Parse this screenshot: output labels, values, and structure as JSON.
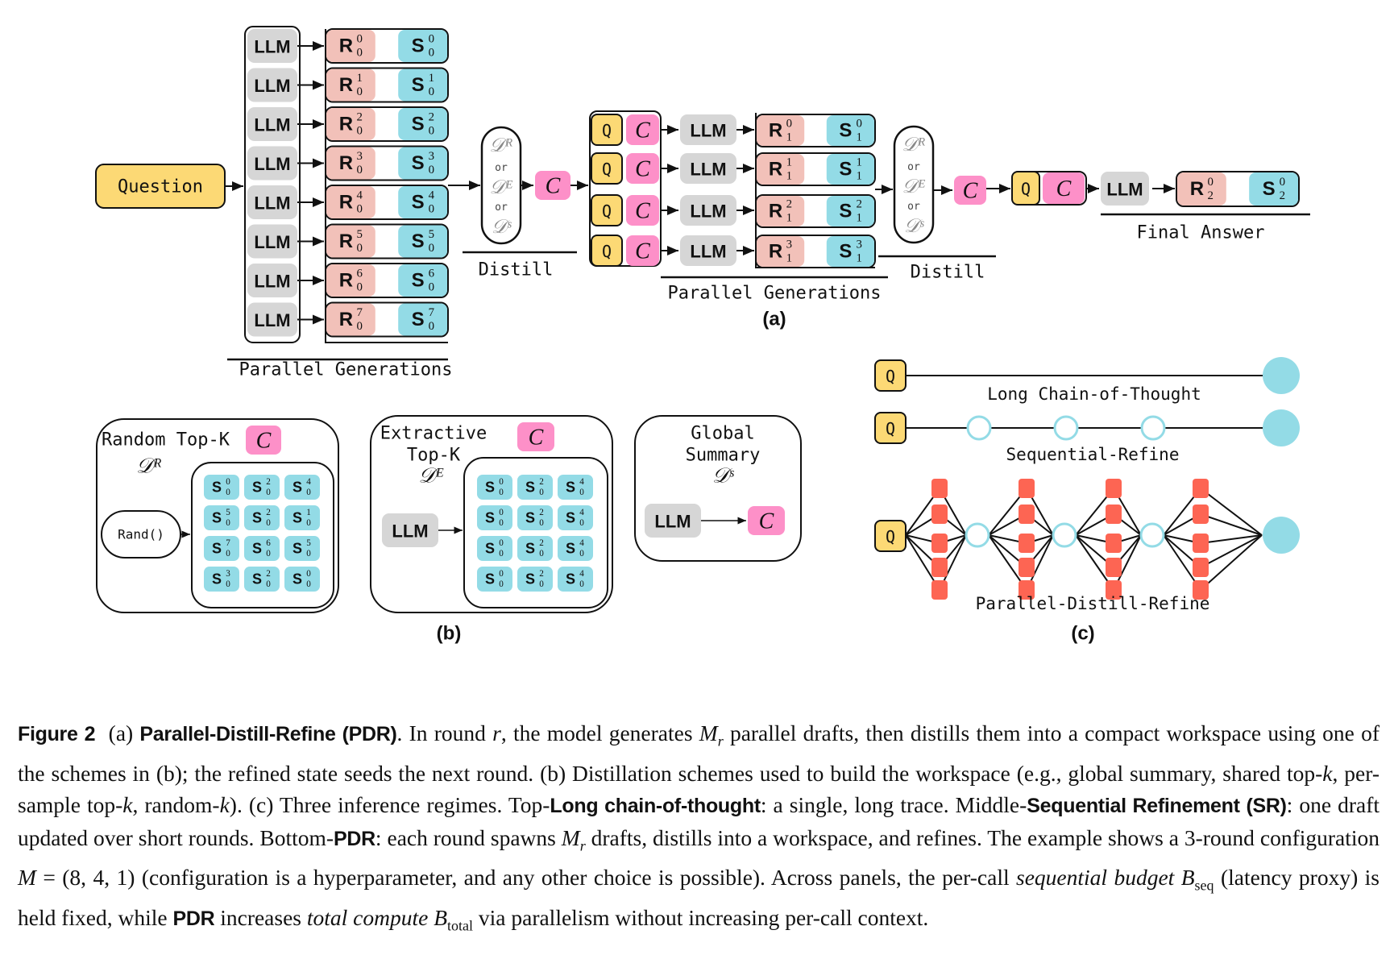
{
  "colors": {
    "question_fill": "#FCD975",
    "llm_fill": "#D6D6D6",
    "r_fill": "#F2C1B9",
    "s_fill": "#93DBE6",
    "c_fill": "#FD90C8",
    "node_red": "#FD6553",
    "node_cyan": "#93DBE6"
  },
  "panel_a": {
    "question_label": "Question",
    "llm_label": "LLM",
    "q_label": "Q",
    "c_label": "C",
    "or_label": "or",
    "distill_ops": [
      "𝒟ᴿ",
      "𝒟ᴱ",
      "𝒟ˢ"
    ],
    "round0": {
      "r_items": [
        "R₀⁰",
        "R₀¹",
        "R₀²",
        "R₀³",
        "R₀⁴",
        "R₀⁵",
        "R₀⁶",
        "R₀⁷"
      ],
      "s_items": [
        "S₀⁰",
        "S₀¹",
        "S₀²",
        "S₀³",
        "S₀⁴",
        "S₀⁵",
        "S₀⁶",
        "S₀⁷"
      ],
      "caption": "Parallel Generations"
    },
    "distill_caption_1": "Distill",
    "round1": {
      "r_items": [
        "R₁⁰",
        "R₁¹",
        "R₁²",
        "R₁³"
      ],
      "s_items": [
        "S₁⁰",
        "S₁¹",
        "S₁²",
        "S₁³"
      ],
      "caption": "Parallel Generations"
    },
    "distill_caption_2": "Distill",
    "round2": {
      "r_items": [
        "R₂⁰"
      ],
      "s_items": [
        "S₂⁰"
      ],
      "caption": "Final Answer"
    },
    "panel_label": "(a)"
  },
  "panel_b": {
    "random": {
      "title": "Random Top-K",
      "op": "𝒟ᴿ",
      "c_label": "C",
      "rand_label": "Rand()",
      "grid": [
        "S₀⁰",
        "S₀²",
        "S₀⁴",
        "S₀⁵",
        "S₀²",
        "S₀¹",
        "S₀⁷",
        "S₀⁶",
        "S₀⁵",
        "S₀³",
        "S₀²",
        "S₀⁰"
      ]
    },
    "extractive": {
      "title_line1": "Extractive",
      "title_line2": "Top-K",
      "op": "𝒟ᴱ",
      "c_label": "C",
      "llm_label": "LLM",
      "grid": [
        "S₀⁰",
        "S₀²",
        "S₀⁴",
        "S₀⁰",
        "S₀²",
        "S₀⁴",
        "S₀⁰",
        "S₀²",
        "S₀⁴",
        "S₀⁰",
        "S₀²",
        "S₀⁴"
      ]
    },
    "global": {
      "title_line1": "Global",
      "title_line2": "Summary",
      "op": "𝒟ˢ",
      "llm_label": "LLM",
      "c_label": "C"
    },
    "panel_label": "(b)"
  },
  "panel_c": {
    "q_label": "Q",
    "long_cot_label": "Long Chain-of-Thought",
    "sequential_label": "Sequential-Refine",
    "pdr_label": "Parallel-Distill-Refine",
    "sequential_intermediate_nodes": 3,
    "pdr_rounds": 4,
    "pdr_drafts_per_round": 5,
    "panel_label": "(c)"
  },
  "caption": {
    "fig_label": "Figure 2",
    "seg": [
      "(a) ",
      "Parallel-Distill-Refine (PDR)",
      ". In round ",
      "r",
      ", the model generates ",
      "M",
      "r",
      " parallel drafts, then distills them into a compact workspace using one of the schemes in (b); the refined state seeds the next round. (b) Distillation schemes used to build the workspace (e.g., global summary, shared top-",
      "k",
      ", per-sample top-",
      "k",
      ", random-",
      "k",
      "). (c) Three inference regimes. Top-",
      "Long chain-of-thought",
      ": a single, long trace. Middle-",
      "Sequential Refinement (SR)",
      ": one draft updated over short rounds. Bottom-",
      "PDR",
      ": each round spawns ",
      "M",
      "r",
      " drafts, distills into a workspace, and refines. The example shows a 3-round configuration ",
      "M",
      " = (8, 4, 1) (configuration is a hyperparameter, and any other choice is possible). Across panels, the per-call ",
      "sequential budget B",
      "seq",
      " (latency proxy) is held fixed, while ",
      "PDR",
      " increases ",
      "total compute B",
      "total",
      " via parallelism without increasing per-call context."
    ]
  }
}
